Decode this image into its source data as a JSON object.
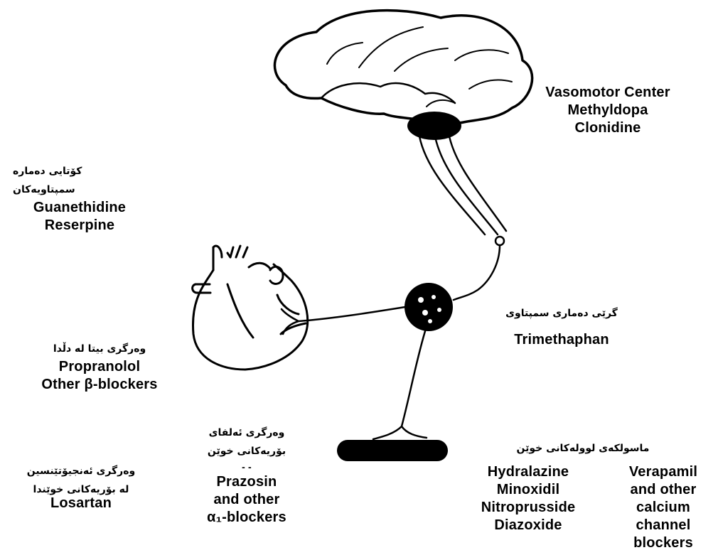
{
  "colors": {
    "ink": "#000000",
    "background": "#ffffff"
  },
  "labels": {
    "vasomotor": {
      "title": "Vasomotor Center",
      "drugs": [
        "Methyldopa",
        "Clonidine"
      ]
    },
    "sympathetic_nerve_endings": {
      "kurdish_line1": "کۆتایی دەمارە",
      "kurdish_line2": "سمپتاویەکان",
      "drugs": [
        "Guanethidine",
        "Reserpine"
      ]
    },
    "sympathetic_ganglia": {
      "kurdish": "گرێی دەماری سمپتاوی",
      "drugs": [
        "Trimethaphan"
      ]
    },
    "beta_receptors": {
      "kurdish": "وەرگری بیتا لە دڵدا",
      "drugs": [
        "Propranolol",
        "Other β-blockers"
      ]
    },
    "alpha_receptors": {
      "kurdish_line1": "وەرگری ئەلفای",
      "kurdish_line2": "بۆریەکانی خوێن",
      "dash": "- -",
      "drugs": [
        "Prazosin",
        "and other",
        "α₁-blockers"
      ]
    },
    "angiotensin_receptors": {
      "kurdish_line1": "وەرگری ئەنجیۆتێنسین",
      "kurdish_line2": "لە بۆریەکانی خوێندا",
      "drugs": [
        "Losartan"
      ]
    },
    "vascular_smooth_muscle": {
      "kurdish": "ماسولکەی لوولەکانی خوێن",
      "drugs_left": [
        "Hydralazine",
        "Minoxidil",
        "Nitroprusside",
        "Diazoxide"
      ],
      "drugs_right": [
        "Verapamil",
        "and other",
        "calcium",
        "channel",
        "blockers"
      ]
    }
  }
}
